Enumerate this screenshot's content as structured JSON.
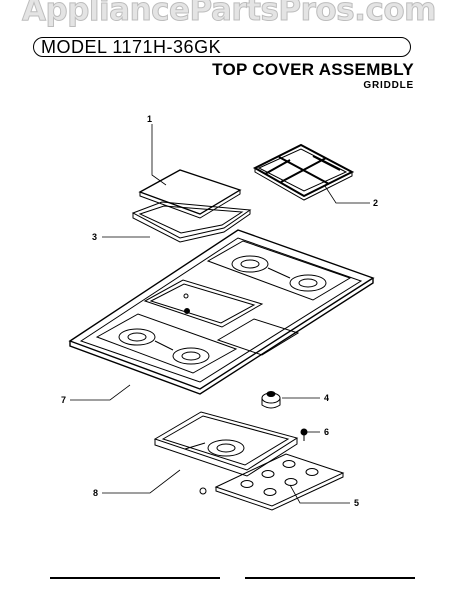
{
  "watermark": "AppliancePartsPros.com",
  "header": {
    "model": "MODEL 1171H-36GK",
    "title": "TOP COVER ASSEMBLY",
    "subtitle": "GRIDDLE"
  },
  "callouts": [
    {
      "label": "1"
    },
    {
      "label": "2"
    },
    {
      "label": "3"
    },
    {
      "label": "4"
    },
    {
      "label": "5"
    },
    {
      "label": "6"
    },
    {
      "label": "7"
    },
    {
      "label": "8"
    }
  ]
}
